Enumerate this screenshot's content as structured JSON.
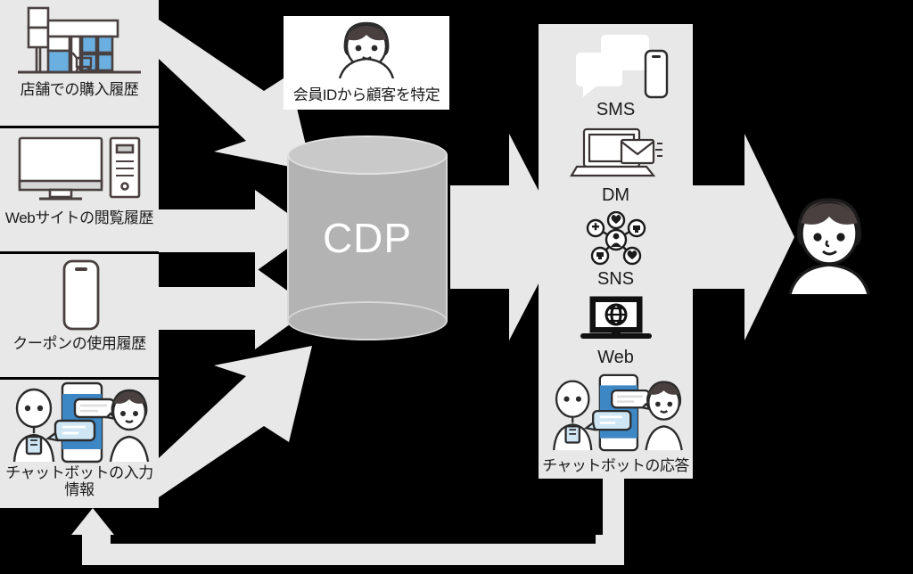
{
  "diagram": {
    "title": "CDP data flow diagram",
    "colors": {
      "background": "#000000",
      "panel": "#e8e8e8",
      "arrow": "#e8e8e8",
      "cylinder": "#b3b3b3",
      "cylinder_top": "#c9c9c9",
      "accent_blue": "#6aafe0",
      "text": "#1b1b1b",
      "cdp_label": "#ffffff"
    }
  },
  "sources": {
    "items": [
      {
        "label": "店舗での購入履歴",
        "icon": "storefront-icon"
      },
      {
        "label": "Webサイトの閲覧履歴",
        "icon": "desktop-computer-icon"
      },
      {
        "label": "クーポンの使用履歴",
        "icon": "smartphone-icon"
      },
      {
        "label": "チャットボットの入力情報",
        "icon": "chatbot-conversation-icon"
      }
    ]
  },
  "bubble": {
    "label": "会員IDから顧客を特定",
    "icon": "person-avatar-icon"
  },
  "cdp": {
    "label": "CDP",
    "icon": "database-cylinder-icon"
  },
  "channels": {
    "items": [
      {
        "label": "SMS",
        "icon": "chat-bubbles-phone-icon"
      },
      {
        "label": "DM",
        "icon": "laptop-mail-icon"
      },
      {
        "label": "SNS",
        "icon": "social-network-icon"
      },
      {
        "label": "Web",
        "icon": "laptop-globe-icon"
      },
      {
        "label": "チャットボットの応答",
        "icon": "chatbot-conversation-icon"
      }
    ]
  },
  "customer": {
    "label": "",
    "icon": "customer-avatar-icon"
  },
  "arrows": {
    "inbound": [
      "source-to-cdp-1",
      "source-to-cdp-2",
      "source-to-cdp-3",
      "source-to-cdp-4"
    ],
    "cdp_to_channels": "cdp-to-channels-arrow",
    "channels_to_customer": "channels-to-customer-arrow",
    "feedback_loop": "customer-feedback-loop-arrow"
  }
}
